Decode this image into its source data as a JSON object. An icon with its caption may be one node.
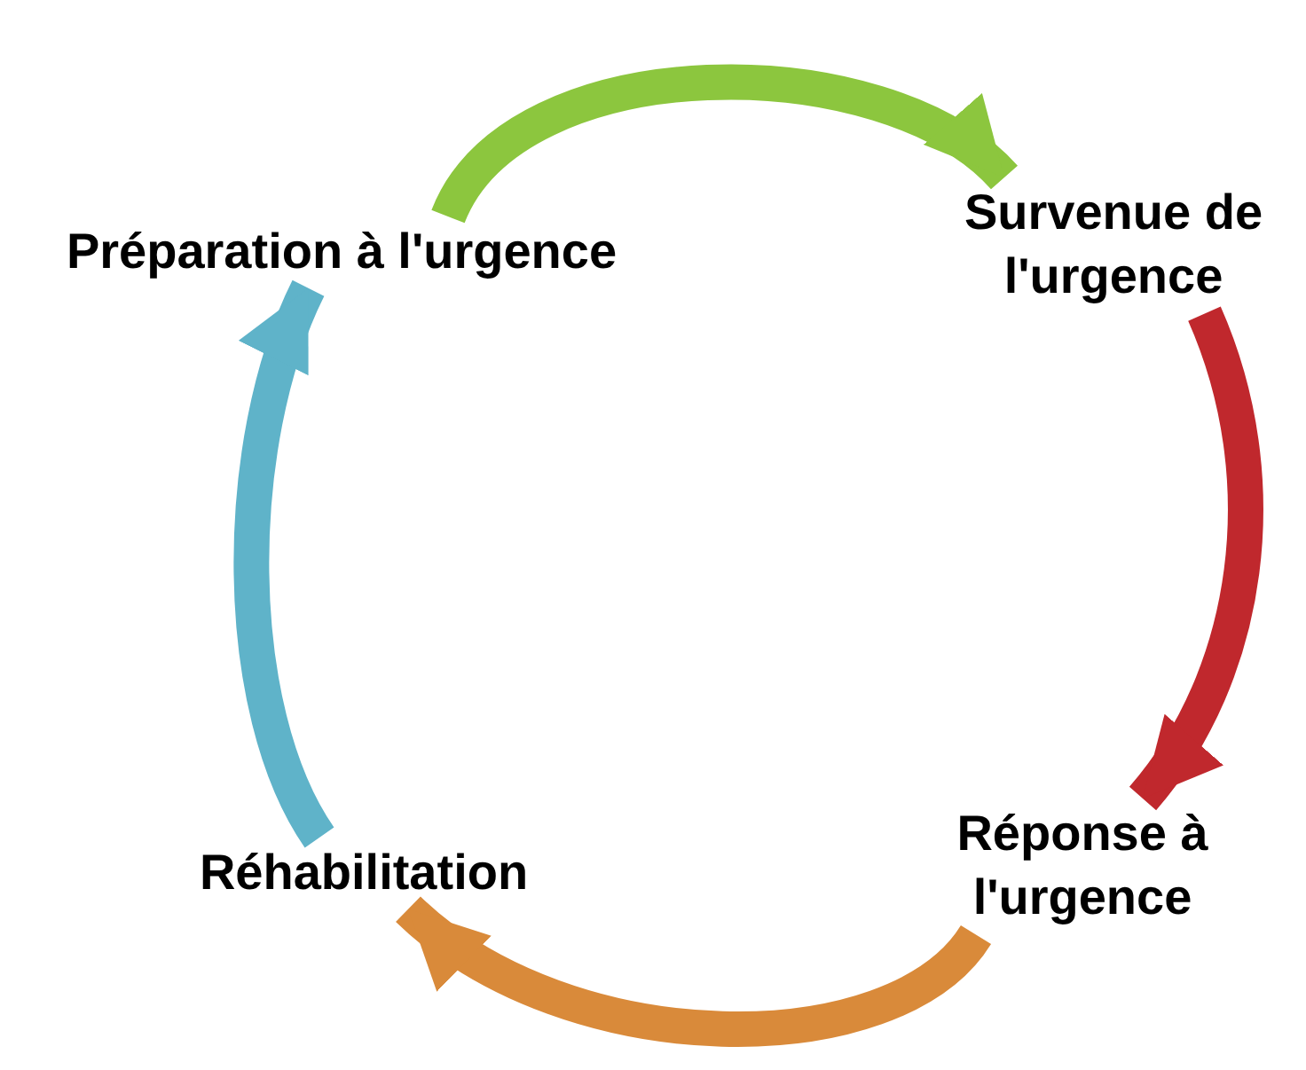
{
  "diagram": {
    "nodes": [
      {
        "text": [
          "Préparation à l'urgence"
        ]
      },
      {
        "text": [
          "Survenue de l'urgence"
        ]
      },
      {
        "text": [
          "Réponse à l'urgence"
        ]
      },
      {
        "text": [
          "Réhabilitation"
        ]
      }
    ],
    "edges": [
      {
        "from": 0,
        "to": 1,
        "arrow": "to",
        "color": "#8cc63e"
      },
      {
        "from": 1,
        "to": 2,
        "arrow": "to",
        "color": "#c0282d"
      },
      {
        "from": 2,
        "to": 3,
        "arrow": "to",
        "color": "#d98a3a"
      },
      {
        "from": 3,
        "to": 0,
        "arrow": "to",
        "color": "#5fb3c9"
      }
    ]
  }
}
